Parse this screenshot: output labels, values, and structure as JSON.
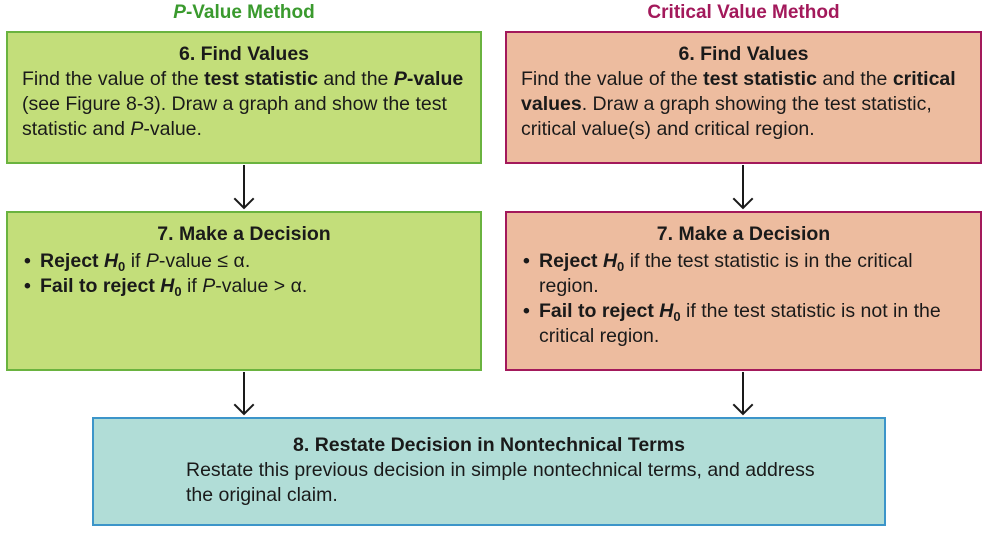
{
  "headings": {
    "left_prefix": "P",
    "left_suffix": "-Value Method",
    "right": "Critical Value Method"
  },
  "pvalue": {
    "step6": {
      "title": "6. Find Values",
      "t1": "Find the value of the ",
      "b1": "test statistic",
      "t2": " and the ",
      "b2_italic": "P",
      "b2": "-value",
      "t3": " (see Figure 8-3). Draw a graph and show the test statistic and ",
      "t3_italic": "P",
      "t4": "-value."
    },
    "step7": {
      "title": "7. Make a Decision",
      "items": [
        {
          "bold": "Reject ",
          "h": "H",
          "sub": "0",
          "italic_p": "P",
          "rest": "-value ≤ α."
        },
        {
          "bold": "Fail to reject ",
          "h": "H",
          "sub": "0",
          "italic_p": "P",
          "rest": "-value > α."
        }
      ],
      "if_word": " if "
    }
  },
  "critical": {
    "step6": {
      "title": "6. Find Values",
      "t1": "Find the value of the ",
      "b1": "test statistic",
      "t2": " and the ",
      "b2": "critical values",
      "t3": ". Draw a graph showing the test statistic, critical value(s) and critical region."
    },
    "step7": {
      "title": "7. Make a Decision",
      "items": [
        {
          "bold": "Reject ",
          "h": "H",
          "sub": "0",
          "rest": " if the test statistic is in the critical region."
        },
        {
          "bold": "Fail to reject ",
          "h": "H",
          "sub": "0",
          "rest": " if the test statistic is not in the critical region."
        }
      ]
    }
  },
  "step8": {
    "title": "8. Restate Decision in Nontechnical Terms",
    "text": "Restate this previous decision in simple nontechnical terms, and address the original claim."
  },
  "colors": {
    "pvalue_fill": "#c3de7a",
    "pvalue_border": "#6ab33f",
    "critical_fill": "#edbc9f",
    "critical_border": "#a3195b",
    "restate_fill": "#b1ddd7",
    "restate_border": "#3c95c9"
  }
}
